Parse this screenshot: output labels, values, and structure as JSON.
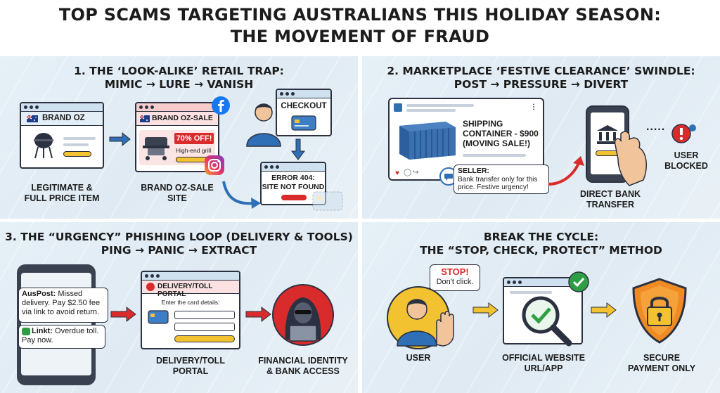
{
  "title": {
    "line1": "TOP SCAMS TARGETING AUSTRALIANS THIS HOLIDAY SEASON:",
    "line2": "THE MOVEMENT OF FRAUD"
  },
  "panel1": {
    "title_line1": "1. THE ‘LOOK-ALIKE’ RETAIL TRAP:",
    "title_line2": "MIMIC → LURE → VANISH",
    "legit_site_brand": "BRAND OZ",
    "fake_site_brand": "BRAND OZ-SALE",
    "discount_badge": "70% OFF!",
    "product_caption": "High-end grill",
    "checkout_label": "CHECKOUT",
    "error_line1": "ERROR 404:",
    "error_line2": "SITE NOT FOUND",
    "label_legit_1": "LEGITIMATE &",
    "label_legit_2": "FULL PRICE ITEM",
    "label_fake_1": "BRAND OZ-SALE",
    "label_fake_2": "SITE"
  },
  "panel2": {
    "title_line1": "2. MARKETPLACE ‘FESTIVE CLEARANCE’ SWINDLE:",
    "title_line2": "POST → PRESSURE → DIVERT",
    "listing_line1": "SHIPPING",
    "listing_line2": "CONTAINER - $900",
    "listing_line3": "(MOVING SALE!)",
    "seller_label": "SELLER:",
    "seller_line1": "Bank transfer only for this",
    "seller_line2": "price. Festive urgency!",
    "label_bank_1": "DIRECT BANK",
    "label_bank_2": "TRANSFER",
    "label_blocked_1": "USER",
    "label_blocked_2": "BLOCKED",
    "ellipsis": "....."
  },
  "panel3": {
    "title_line1": "3. THE “URGENCY” PHISHING LOOP (DELIVERY &  TOOLS)",
    "title_line2": "PING → PANIC → EXTRACT",
    "sms1_sender": "AusPost:",
    "sms1_line1": " Missed",
    "sms1_line2": "delivery. Pay $2.50 fee",
    "sms1_line3": "via link to avoid return.",
    "sms2_sender": "Linkt:",
    "sms2_line1": " Overdue toll.",
    "sms2_line2": "Pay now.",
    "portal_header": "DELIVERY/TOLL PORTAL",
    "portal_prompt": "Enter the card details:",
    "label_portal_1": "DELIVERY/TOLL",
    "label_portal_2": "PORTAL",
    "label_identity_1": "FINANCIAL IDENTITY",
    "label_identity_2": "& BANK ACCESS"
  },
  "panel4": {
    "title_line1": "BREAK THE CYCLE:",
    "title_line2": "THE “STOP, CHECK, PROTECT” METHOD",
    "stop_word": "STOP!",
    "stop_sub": "Don't click.",
    "label_user": "USER",
    "label_official_1": "OFFICIAL WEBSITE",
    "label_official_2": "URL/APP",
    "label_secure_1": "SECURE",
    "label_secure_2": "PAYMENT ONLY"
  },
  "colors": {
    "accent_red": "#d92b2b",
    "accent_yellow": "#f3c230",
    "accent_blue": "#2f6fb5",
    "accent_green": "#2e9e44",
    "outline": "#2b3140",
    "panel_bg": "#e2edf5"
  },
  "icons": [
    "australia-flag-icon",
    "facebook-icon",
    "instagram-icon",
    "credit-card-icon",
    "grill-icon",
    "shipping-container-icon",
    "bank-icon",
    "alert-icon",
    "smartphone-icon",
    "chat-icon",
    "hacker-icon",
    "laptop-icon",
    "stop-hand-icon",
    "magnifier-icon",
    "checkmark-icon",
    "shield-icon",
    "padlock-icon",
    "arrow-icon"
  ]
}
